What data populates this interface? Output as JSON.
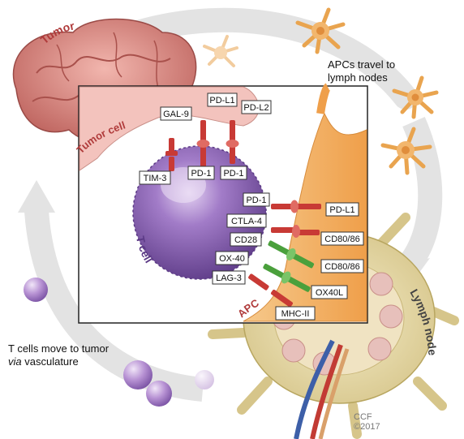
{
  "labels": {
    "tumor": "Tumor",
    "tumor_cell": "Tumor cell",
    "t_cell": "T cell",
    "apc": "APC",
    "lymph_node": "Lymph node"
  },
  "receptors": {
    "gal9": "GAL-9",
    "pdl1_top": "PD-L1",
    "pdl2": "PD-L2",
    "tim3": "TIM-3",
    "pd1_a": "PD-1",
    "pd1_b": "PD-1",
    "pd1_c": "PD-1",
    "pdl1_right": "PD-L1",
    "ctla4": "CTLA-4",
    "cd80_a": "CD80/86",
    "cd28": "CD28",
    "cd80_b": "CD80/86",
    "ox40": "OX-40",
    "ox40l": "OX40L",
    "lag3": "LAG-3",
    "mhc2": "MHC-II"
  },
  "notes": {
    "apc_travel_1": "APCs travel to",
    "apc_travel_2": "lymph nodes",
    "tcells_1": "T cells move to tumor",
    "tcells_2": "via",
    "tcells_3": " vasculature"
  },
  "credit": {
    "line1": "CCF",
    "line2": "©2017"
  },
  "colors": {
    "tumor": "#d9807a",
    "t_cell": "#8a5fb5",
    "apc": "#f2b66d",
    "lymph_node": "#e6d9a6",
    "receptor_red": "#c83a35",
    "receptor_green": "#4aa03c"
  }
}
